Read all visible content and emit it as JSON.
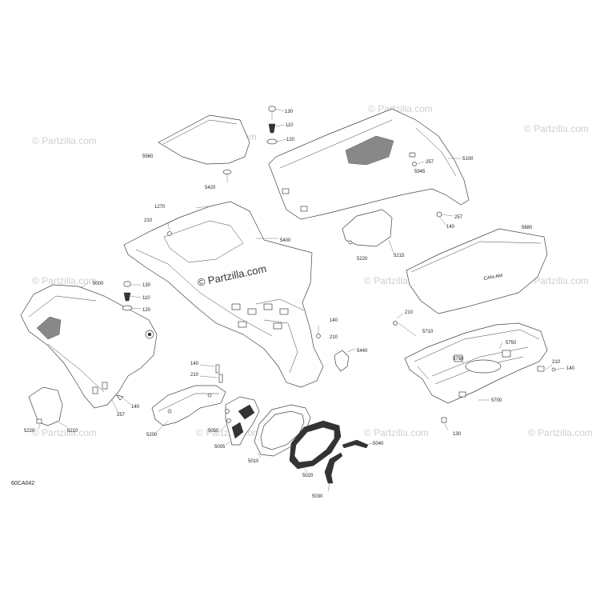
{
  "diagram": {
    "code": "60CA042",
    "watermark": "© Partzilla.com",
    "callouts": [
      {
        "id": "130a",
        "text": "130"
      },
      {
        "id": "110a",
        "text": "110"
      },
      {
        "id": "120a",
        "text": "120"
      },
      {
        "id": "5560",
        "text": "5560"
      },
      {
        "id": "5420",
        "text": "5420"
      },
      {
        "id": "5100",
        "text": "5100"
      },
      {
        "id": "257a",
        "text": "257"
      },
      {
        "id": "5945",
        "text": "5945"
      },
      {
        "id": "257b",
        "text": "257"
      },
      {
        "id": "140a",
        "text": "140"
      },
      {
        "id": "5680",
        "text": "5680"
      },
      {
        "id": "1270",
        "text": "1270"
      },
      {
        "id": "210a",
        "text": "210"
      },
      {
        "id": "5400",
        "text": "5400"
      },
      {
        "id": "5220a",
        "text": "5220"
      },
      {
        "id": "5215",
        "text": "5215"
      },
      {
        "id": "5000",
        "text": "5000"
      },
      {
        "id": "130b",
        "text": "130"
      },
      {
        "id": "110b",
        "text": "110"
      },
      {
        "id": "120b",
        "text": "120"
      },
      {
        "id": "140b",
        "text": "140"
      },
      {
        "id": "210b",
        "text": "210"
      },
      {
        "id": "5440",
        "text": "5440"
      },
      {
        "id": "210c",
        "text": "210"
      },
      {
        "id": "5710",
        "text": "5710"
      },
      {
        "id": "5730",
        "text": "5730"
      },
      {
        "id": "5750",
        "text": "5750"
      },
      {
        "id": "210d",
        "text": "210"
      },
      {
        "id": "140c",
        "text": "140"
      },
      {
        "id": "5700",
        "text": "5700"
      },
      {
        "id": "130c",
        "text": "130"
      },
      {
        "id": "140d",
        "text": "140"
      },
      {
        "id": "210e",
        "text": "210"
      },
      {
        "id": "5200",
        "text": "5200"
      },
      {
        "id": "140e",
        "text": "140"
      },
      {
        "id": "257c",
        "text": "257"
      },
      {
        "id": "5220b",
        "text": "5220"
      },
      {
        "id": "5210",
        "text": "5210"
      },
      {
        "id": "5050",
        "text": "5050"
      },
      {
        "id": "5005",
        "text": "5005"
      },
      {
        "id": "5010",
        "text": "5010"
      },
      {
        "id": "5020",
        "text": "5020"
      },
      {
        "id": "5040",
        "text": "5040"
      },
      {
        "id": "5030",
        "text": "5030"
      }
    ]
  }
}
